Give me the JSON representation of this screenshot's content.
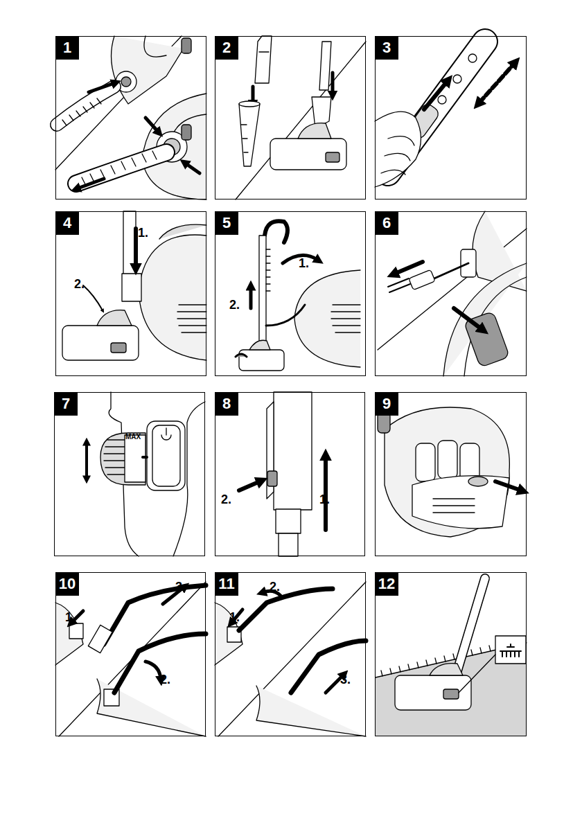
{
  "diagram": {
    "nodes": [
      {
        "text": [
          "1"
        ]
      },
      {
        "text": [
          "2"
        ]
      },
      {
        "text": [
          "3"
        ]
      },
      {
        "text": [
          "4",
          "1.",
          "2."
        ]
      },
      {
        "text": [
          "5",
          "1.",
          "2."
        ]
      },
      {
        "text": [
          "6"
        ]
      },
      {
        "text": [
          "7",
          "MAX"
        ]
      },
      {
        "text": [
          "8",
          "2.",
          "1."
        ]
      },
      {
        "text": [
          "9"
        ]
      },
      {
        "text": [
          "10",
          "1.",
          "3.",
          "2."
        ]
      },
      {
        "text": [
          "11",
          "2.",
          "1.",
          "3."
        ]
      },
      {
        "text": [
          "12"
        ]
      }
    ]
  }
}
